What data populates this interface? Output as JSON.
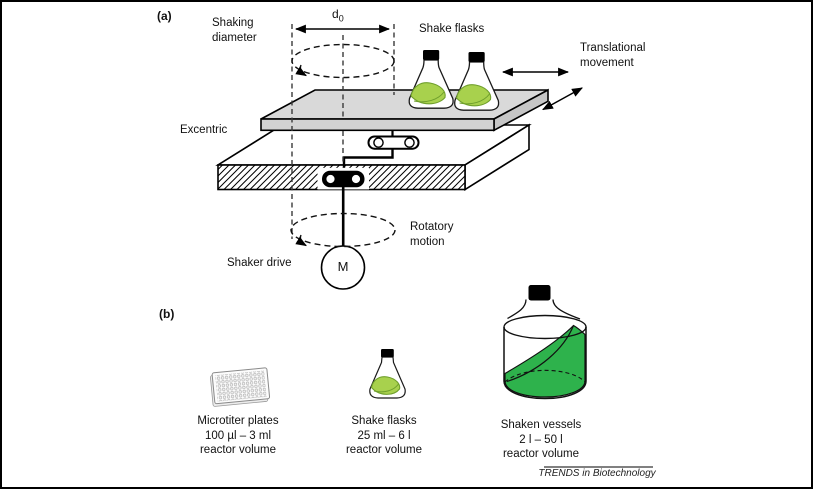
{
  "colors": {
    "flask_green": "#a8d14d",
    "flask_green_dark": "#6f9f2c",
    "vessel_green": "#2eb24c",
    "platform_gray": "#d9d9d9",
    "platform_gray_side": "#c6c6c6"
  },
  "panel_a": {
    "label": "(a)",
    "shaking_diameter_line1": "Shaking",
    "shaking_diameter_line2": "diameter",
    "d0_main": "d",
    "d0_sub": "0",
    "shake_flasks": "Shake flasks",
    "translational_line1": "Translational",
    "translational_line2": "movement",
    "excentric": "Excentric",
    "rotatory_line1": "Rotatory",
    "rotatory_line2": "motion",
    "shaker_drive": "Shaker drive",
    "motor_label": "M"
  },
  "panel_b": {
    "label": "(b)",
    "items": [
      {
        "name": "Microtiter plates",
        "range": "100 µl – 3 ml",
        "caption": "reactor volume"
      },
      {
        "name": "Shake flasks",
        "range": "25 ml – 6 l",
        "caption": "reactor volume"
      },
      {
        "name": "Shaken vessels",
        "range": "2 l – 50 l",
        "caption": "reactor volume"
      }
    ]
  },
  "footer": "TRENDS in Biotechnology"
}
